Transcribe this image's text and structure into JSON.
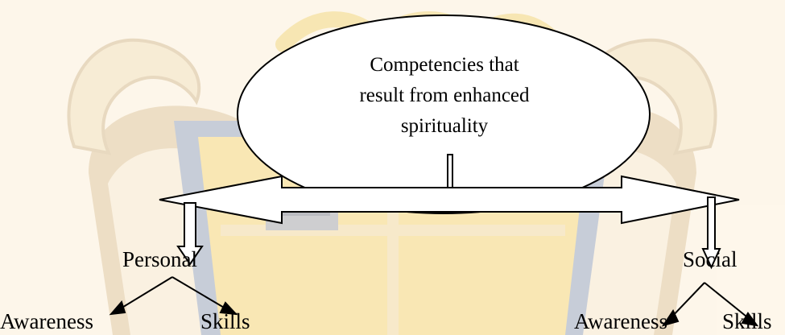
{
  "diagram": {
    "center": {
      "lines": [
        "Competencies that",
        "result from enhanced",
        "spirituality"
      ]
    },
    "branches": [
      {
        "label": "Personal",
        "children": [
          "Awareness",
          "Skills"
        ]
      },
      {
        "label": "Social",
        "children": [
          "Awareness",
          "Skills"
        ]
      }
    ]
  },
  "colors": {
    "seal_blue": "#7a92bf",
    "seal_gold": "#f1cf63",
    "seal_cream": "#f8edd6",
    "seal_brown": "#d4b486",
    "ink": "#000000"
  }
}
